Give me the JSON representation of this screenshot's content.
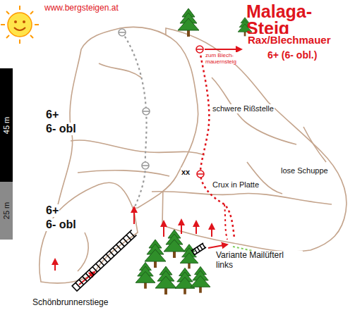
{
  "diagram": {
    "title": "Malaga-Steig",
    "nodes": [
      {
        "text": [
          "45 m"
        ]
      },
      {
        "text": [
          "25 m"
        ]
      }
    ],
    "labels": [
      "www.bergsteigen.at",
      "Rax/Blechmauer",
      "6+ (6- obl.)",
      "zum Blech- mauernsteig",
      "schwere Rißstelle",
      "6+",
      "6- obl",
      "xx",
      "Crux in Platte",
      "lose Schuppe",
      "6+",
      "6- obl",
      "Variante Mailüfterl links",
      "Schönbrunnerstiege"
    ]
  }
}
